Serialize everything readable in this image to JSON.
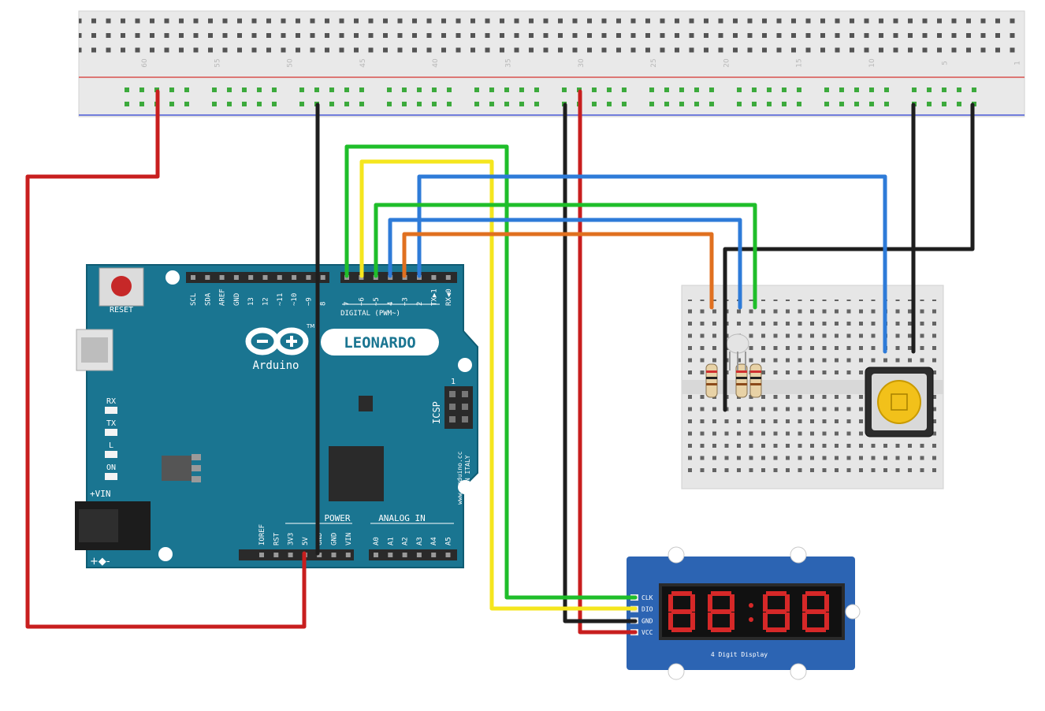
{
  "board": {
    "brand": "Arduino",
    "model": "LEONARDO",
    "reset_label": "RESET",
    "digital_header": "DIGITAL (PWM~)",
    "power_header": "POWER",
    "analog_header": "ANALOG IN",
    "vin_label": "+VIN",
    "icsp_label": "ICSP",
    "icsp_pin": "1",
    "side_text": "www.arduino.cc",
    "side_text2": "MADE IN ITALY",
    "tm_mark": "TM",
    "leds": [
      "RX",
      "TX",
      "L",
      "ON"
    ],
    "top_pins": [
      "SCL",
      "SDA",
      "AREF",
      "GND",
      "13",
      "12",
      "~11",
      "~10",
      "~9",
      "8",
      "7",
      "~6",
      "~5",
      "4",
      "~3",
      "2",
      "TX▶1",
      "RX◀0"
    ],
    "power_pins": [
      "IOREF",
      "RST",
      "3V3",
      "5V",
      "GND",
      "GND",
      "VIN"
    ],
    "analog_pins": [
      "A0",
      "A1",
      "A2",
      "A3",
      "A4",
      "A5"
    ],
    "colors": {
      "board": "#1a7591",
      "board_edge": "#0f5c73"
    }
  },
  "display": {
    "caption": "4 Digit Display",
    "pins": [
      "CLK",
      "DIO",
      "GND",
      "VCC"
    ],
    "colors": {
      "pcb": "#2c64b3",
      "segment": "#d62828"
    }
  },
  "breadboard": {
    "column_numbers": [
      "60",
      "55",
      "50",
      "45",
      "40",
      "35",
      "30",
      "25",
      "20",
      "15",
      "10",
      "5",
      "1"
    ]
  },
  "wire_colors": {
    "red": "#c81e1e",
    "black": "#1e1e1e",
    "green": "#1fbe2a",
    "yellow": "#f5e61e",
    "blue": "#2e7bd8",
    "orange": "#e07020"
  }
}
